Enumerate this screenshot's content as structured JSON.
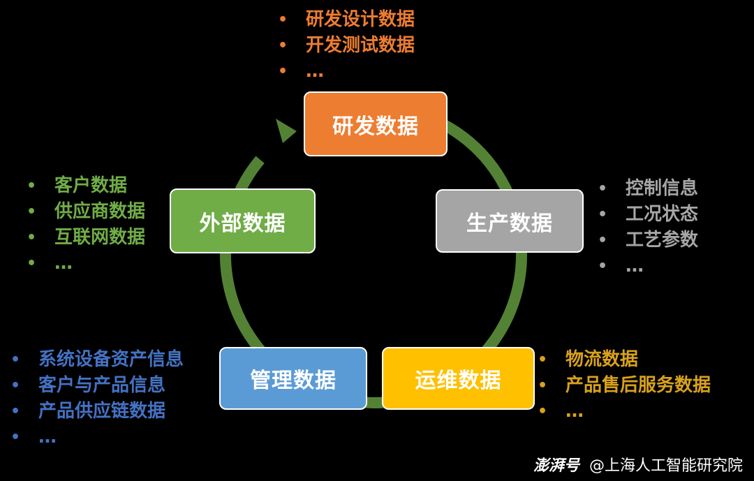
{
  "colors": {
    "arrow": "#548235",
    "rd": "#ed7d31",
    "prod": "#a5a5a5",
    "ops": "#ffc000",
    "mgmt": "#5b9bd5",
    "ext": "#70ad47",
    "rd_text": "#ed7d31",
    "prod_text": "#a6a6a6",
    "ops_text": "#d9a21b",
    "mgmt_text": "#4472c4",
    "ext_text": "#70ad47"
  },
  "nodes": {
    "rd": "研发数据",
    "prod": "生产数据",
    "ops": "运维数据",
    "mgmt": "管理数据",
    "ext": "外部数据"
  },
  "lists": {
    "rd": [
      "研发设计数据",
      "开发测试数据",
      "…"
    ],
    "prod": [
      "控制信息",
      "工况状态",
      "工艺参数",
      "…"
    ],
    "ops": [
      "物流数据",
      "产品售后服务数据",
      "…"
    ],
    "mgmt": [
      "系统设备资产信息",
      "客户与产品信息",
      "产品供应链数据",
      "…"
    ],
    "ext": [
      "客户数据",
      "供应商数据",
      "互联网数据",
      "…"
    ]
  },
  "watermark": {
    "logo": "澎湃号",
    "text": "@上海人工智能研究院"
  }
}
